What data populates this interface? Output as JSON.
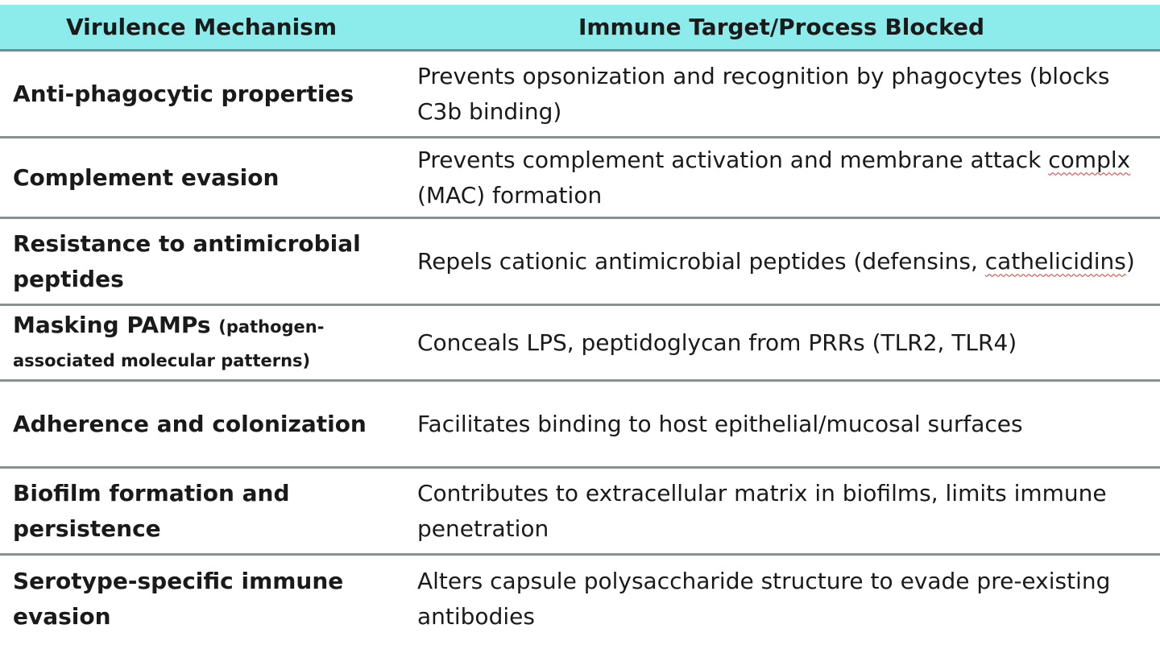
{
  "table": {
    "headers": {
      "mechanism": "Virulence Mechanism",
      "target": "Immune Target/Process Blocked"
    },
    "rows": [
      {
        "mechanism": "Anti-phagocytic properties",
        "target": "Prevents opsonization and recognition by phagocytes (blocks C3b binding)"
      },
      {
        "mechanism": "Complement evasion",
        "target_pre": "Prevents complement activation and membrane attack ",
        "target_spell": "complx",
        "target_post": " (MAC) formation"
      },
      {
        "mechanism": "Resistance to antimicrobial peptides",
        "target_pre": "Repels cationic antimicrobial peptides (defensins, ",
        "target_spell": "cathelicidins",
        "target_post": ")"
      },
      {
        "mechanism": "Masking PAMPs",
        "mechanism_small": "(pathogen-associated molecular patterns)",
        "target": "Conceals LPS, peptidoglycan from PRRs (TLR2, TLR4)"
      },
      {
        "mechanism": "Adherence and colonization",
        "target": "Facilitates binding to host epithelial/mucosal surfaces"
      },
      {
        "mechanism": "Biofilm formation and persistence",
        "target": "Contributes to extracellular matrix in biofilms, limits immune penetration"
      },
      {
        "mechanism": "Serotype-specific immune evasion",
        "target": "Alters capsule polysaccharide structure to evade pre-existing antibodies"
      }
    ]
  },
  "colors": {
    "header_bg": "#8cecec",
    "row_divider": "#8a8f8f",
    "spellcheck_underline": "#e03030"
  }
}
